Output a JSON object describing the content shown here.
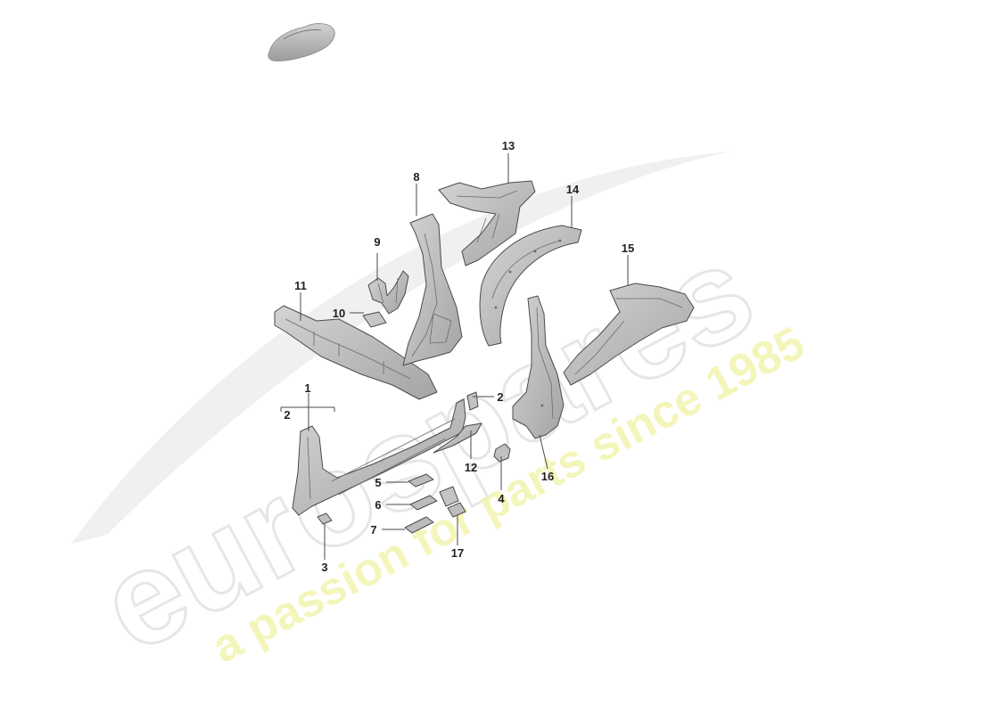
{
  "colors": {
    "part_fill": "#b9b9b9",
    "part_light": "#d6d6d6",
    "part_dark": "#8e8e8e",
    "label": "#222222",
    "watermark_gray": "#e6e6e6",
    "watermark_yellow": "#f1f2a6"
  },
  "watermark": {
    "brand": "eurospares",
    "tagline": "a passion for parts since 1985"
  },
  "parts": [
    {
      "id": "1",
      "label": "1"
    },
    {
      "id": "2a",
      "label": "2"
    },
    {
      "id": "2b",
      "label": "2"
    },
    {
      "id": "3",
      "label": "3"
    },
    {
      "id": "4",
      "label": "4"
    },
    {
      "id": "5",
      "label": "5"
    },
    {
      "id": "6",
      "label": "6"
    },
    {
      "id": "7",
      "label": "7"
    },
    {
      "id": "8",
      "label": "8"
    },
    {
      "id": "9",
      "label": "9"
    },
    {
      "id": "10",
      "label": "10"
    },
    {
      "id": "11",
      "label": "11"
    },
    {
      "id": "12",
      "label": "12"
    },
    {
      "id": "13",
      "label": "13"
    },
    {
      "id": "14",
      "label": "14"
    },
    {
      "id": "15",
      "label": "15"
    },
    {
      "id": "16",
      "label": "16"
    },
    {
      "id": "17",
      "label": "17"
    }
  ]
}
